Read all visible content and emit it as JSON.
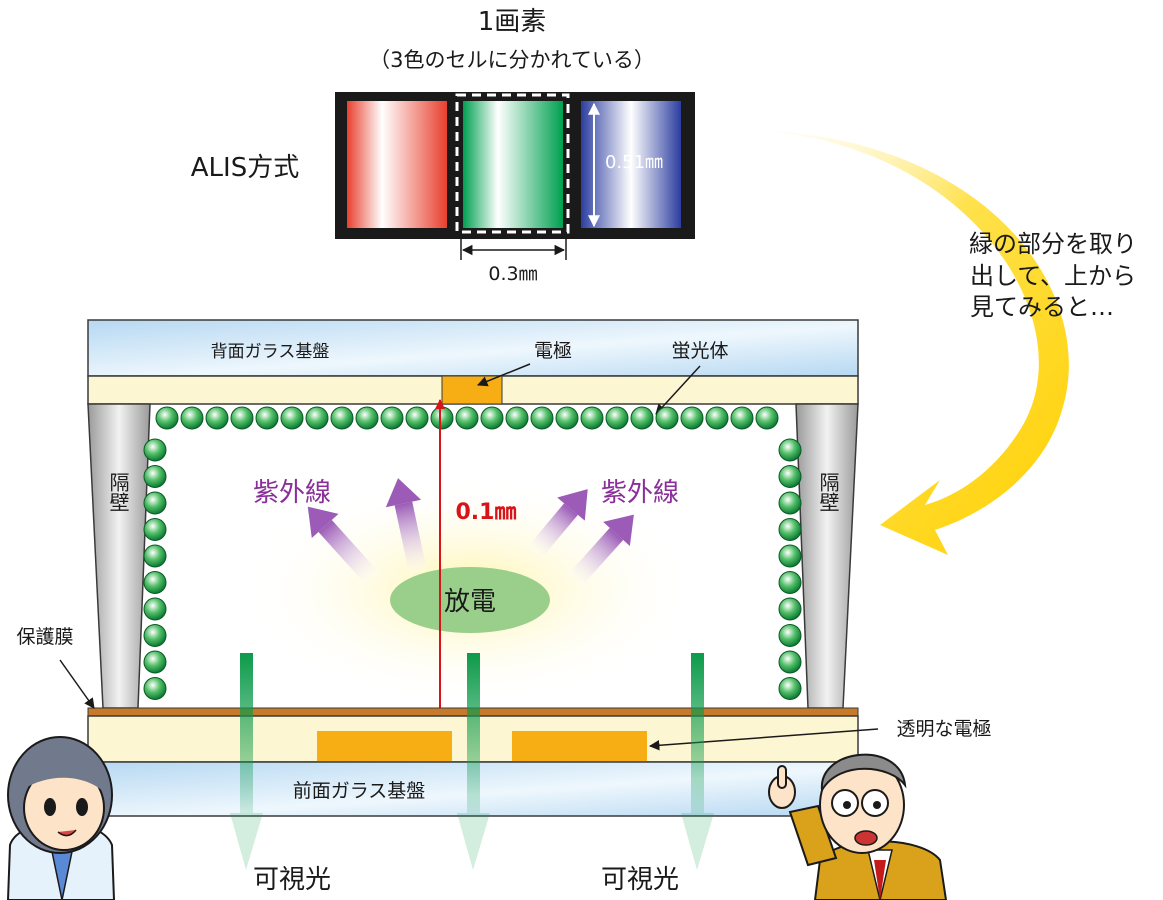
{
  "pixel": {
    "title": "1画素",
    "subtitle": "（3色のセルに分かれている）",
    "method_label": "ALIS方式",
    "height_label": "0.51㎜",
    "width_label": "0.3㎜"
  },
  "callout": {
    "line1": "緑の部分を取り",
    "line2": "出して、上から",
    "line3": "見てみると…"
  },
  "cell": {
    "rear_glass": "背面ガラス基盤",
    "electrode_top": "電極",
    "phosphor": "蛍光体",
    "barrier_left": "隔壁",
    "barrier_right": "隔壁",
    "uv_left": "紫外線",
    "uv_right": "紫外線",
    "gap_label": "0.1㎜",
    "discharge": "放電",
    "protective_film": "保護膜",
    "transparent_electrode": "透明な電極",
    "front_glass": "前面ガラス基盤",
    "visible_light_left": "可視光",
    "visible_light_right": "可視光"
  },
  "colors": {
    "red": "#e8402e",
    "green": "#00a050",
    "blue": "#2c3ea0",
    "electrode": "#f7ad14",
    "glass": "#c8e2f6",
    "substrate": "#fdf6d2",
    "uv": "#8a2f9a",
    "dimension": "#d8141a"
  }
}
